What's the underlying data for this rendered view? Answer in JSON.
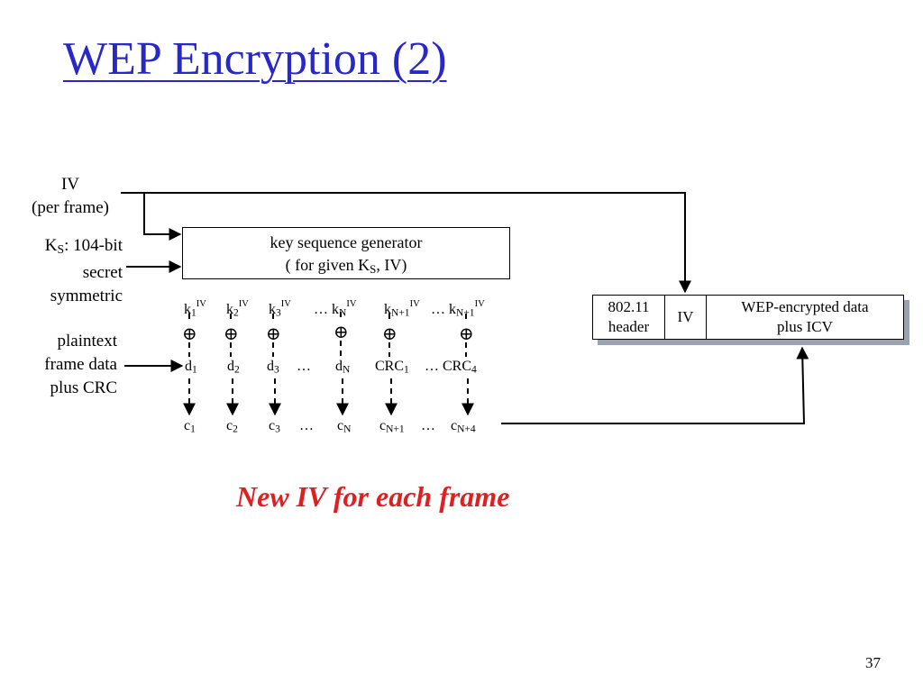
{
  "title": "WEP Encryption (2)",
  "inputs": {
    "iv": [
      "IV",
      "(per frame)"
    ],
    "key": {
      "k": "K",
      "k_sub": "S",
      "rest": ": 104-bit",
      "line2": "secret",
      "line3": "symmetric"
    },
    "plaintext": [
      "plaintext",
      "frame data",
      "plus CRC"
    ]
  },
  "generator": {
    "line1": "key sequence generator",
    "line2_pre": "( for given K",
    "line2_sub": "S",
    "line2_post": ", IV)"
  },
  "keystream": [
    {
      "base": "k",
      "sub": "1",
      "sup": "IV"
    },
    {
      "base": "k",
      "sub": "2",
      "sup": "IV"
    },
    {
      "base": "k",
      "sub": "3",
      "sup": "IV"
    },
    {
      "base": "… k",
      "sub": "N",
      "sup": "IV"
    },
    {
      "base": "k",
      "sub": "N+1",
      "sup": "IV"
    },
    {
      "base": "… k",
      "sub": "N+1",
      "sup": "IV"
    }
  ],
  "xor_symbol": "⊕",
  "data": [
    {
      "base": "d",
      "sub": "1"
    },
    {
      "base": "d",
      "sub": "2"
    },
    {
      "base": "d",
      "sub": "3"
    },
    {
      "base": "…",
      "sub": ""
    },
    {
      "base": "d",
      "sub": "N"
    },
    {
      "base": "CRC",
      "sub": "1"
    },
    {
      "base": "… CRC",
      "sub": "4"
    }
  ],
  "cipher": [
    {
      "base": "c",
      "sub": "1"
    },
    {
      "base": "c",
      "sub": "2"
    },
    {
      "base": "c",
      "sub": "3"
    },
    {
      "base": "…",
      "sub": ""
    },
    {
      "base": "c",
      "sub": "N"
    },
    {
      "base": "c",
      "sub": "N+1"
    },
    {
      "base": "…",
      "sub": ""
    },
    {
      "base": "c",
      "sub": "N+4"
    }
  ],
  "frame": {
    "header": [
      "802.11",
      "header"
    ],
    "iv": "IV",
    "payload": [
      "WEP-encrypted data",
      "plus ICV"
    ]
  },
  "tagline": "New IV for each frame",
  "page_number": "37",
  "colors": {
    "title": "#2828c8",
    "tagline": "#e02020",
    "frame_shadow": "#9aa2b2"
  }
}
